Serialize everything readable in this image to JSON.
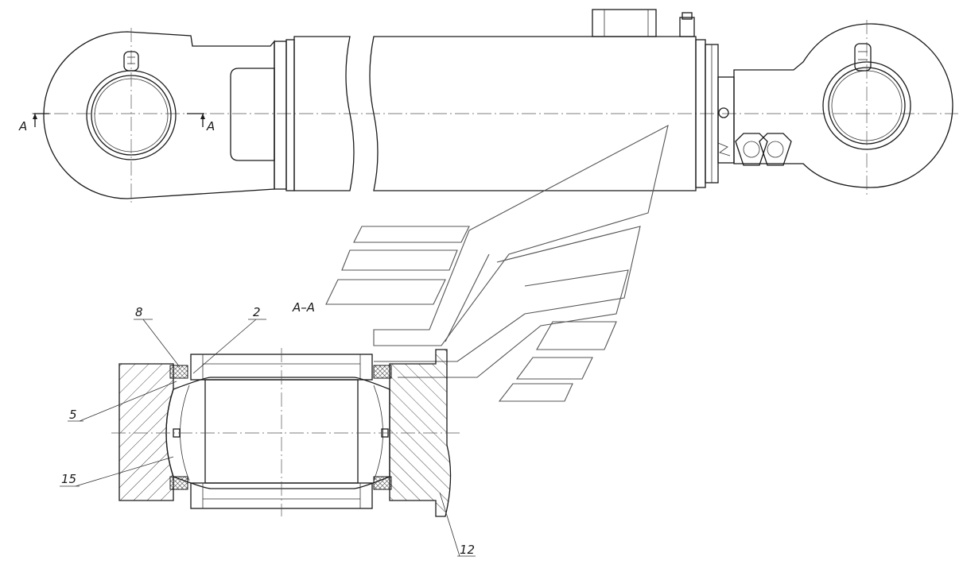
{
  "labels": {
    "section_mark_left": "A",
    "section_mark_right": "A",
    "section_title": "A–A",
    "callout_8": "8",
    "callout_2": "2",
    "callout_5": "5",
    "callout_15": "15",
    "callout_12": "12"
  },
  "colors": {
    "line": "#1a1a1a",
    "background": "#ffffff",
    "watermark": "#555555"
  }
}
